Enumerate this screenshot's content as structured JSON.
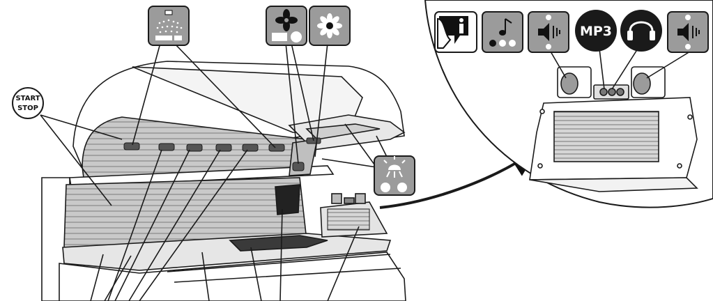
{
  "labels": {
    "start_stop_line1": "START",
    "start_stop_line2": "STOP",
    "mp3": "MP3"
  },
  "icons": [
    "shower-mist-icon",
    "fan-icon",
    "flower-aroma-icon",
    "info-speech-icon",
    "music-note-icon",
    "speaker-volume-icon",
    "mp3-icon",
    "headphones-icon",
    "speaker-volume-icon",
    "shower-light-icon"
  ],
  "colors": {
    "icon_gray": "#9b9b9b",
    "icon_dark": "#1a1a1a",
    "line": "#1a1a1a",
    "panel_gray": "#c7c7c7"
  }
}
